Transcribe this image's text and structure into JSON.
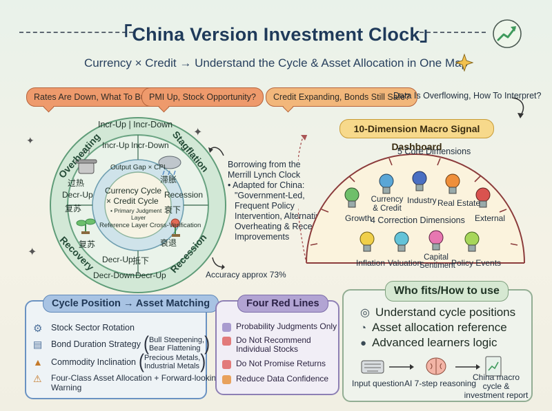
{
  "header": {
    "title": "「China Version Investment Clock」",
    "subtitle": "Currency × Credit → Understand the Cycle & Asset Allocation in One Map"
  },
  "bubbles": [
    "Rates Are Down, What To Buy?",
    "PMI Up, Stock Opportunity?",
    "Credit Expanding, Bonds Still Safe?",
    "Data Is Overflowing, How To Interpret?"
  ],
  "clock": {
    "outer_labels": {
      "top": "Incr-Up | Incr-Down",
      "top_left": "Overheating",
      "top_right": "Stagflation",
      "bottom_left": "Recovery",
      "bottom_right": "Recession",
      "bottom_1": "Decr-Down",
      "bottom_2": "Decr-Up"
    },
    "inner_ring_top": "Output Gap × CPI",
    "inner_ring_bottom": "Reference Layer Cross-Verification",
    "center": {
      "line1": "Currency Cycle",
      "line2": "× Credit Cycle",
      "line3": "• Primary Judgment",
      "line4": "Layer"
    },
    "quadrants": {
      "incr_up": "Incr-Up",
      "incr_down": "Incr-Down",
      "decr_up_left": "Decr-Up",
      "recession_label": "Recession",
      "decr_up_bottom": "Decr-Up",
      "cn_overheat": "过热",
      "cn_stagflation": "滞胀",
      "cn_recovery_1": "复苏",
      "cn_recovery_2": "复苏",
      "cn_decline": "衰下",
      "cn_recession": "衰退",
      "cn_low": "抵下"
    }
  },
  "note": {
    "line1": "Borrowing from the",
    "line2": "Merrill Lynch Clock",
    "line3": "• Adapted for China:",
    "line4": "\"Government-Led,",
    "line5": "Frequent Policy",
    "line6": "Intervention, Alternating",
    "line7": "Overheating & Recession\"",
    "line8": "Improvements",
    "accuracy": "Accuracy approx 73%"
  },
  "dashboard": {
    "title": "10-Dimension Macro Signal Dashboard",
    "core_label": "5 Core Dimensions",
    "correction_label": "4 Correction Dimensions",
    "core": [
      {
        "label": "Growth",
        "color": "#6fbf6a"
      },
      {
        "label": "Currency & Credit",
        "color": "#5aa6d6"
      },
      {
        "label": "Industry",
        "color": "#4a6fc2"
      },
      {
        "label": "Real Estate",
        "color": "#ef8f3a"
      },
      {
        "label": "External",
        "color": "#d9534f"
      }
    ],
    "correction": [
      {
        "label": "Inflation",
        "color": "#f0cf4a"
      },
      {
        "label": "Valuation",
        "color": "#63c3d8"
      },
      {
        "label": "Capital Sentiment",
        "color": "#e777b1"
      },
      {
        "label": "Policy Events",
        "color": "#a7d65a"
      }
    ]
  },
  "cycle_panel": {
    "title": "Cycle Position → Asset Matching",
    "items": [
      {
        "label": "Stock Sector Rotation"
      },
      {
        "label": "Bond Duration Strategy",
        "note1": "Bull Steepening,",
        "note2": "Bear Flattening"
      },
      {
        "label": "Commodity Inclination",
        "note1": "Precious Metals,",
        "note2": "Industrial Metals"
      },
      {
        "label": "Four-Class Asset Allocation + Forward-looking",
        "label2": "Warning"
      }
    ]
  },
  "red_lines": {
    "title": "Four Red Lines",
    "items": [
      "Probability Judgments Only",
      "Do Not Recommend Individual Stocks",
      "Do Not Promise Returns",
      "Reduce Data Confidence"
    ]
  },
  "who": {
    "title": "Who fits/How to use",
    "items": [
      "Understand cycle positions",
      "Asset allocation reference",
      "Advanced learners logic"
    ],
    "flow": [
      "Input question",
      "AI 7-step reasoning",
      "China macro cycle & investment report"
    ]
  }
}
